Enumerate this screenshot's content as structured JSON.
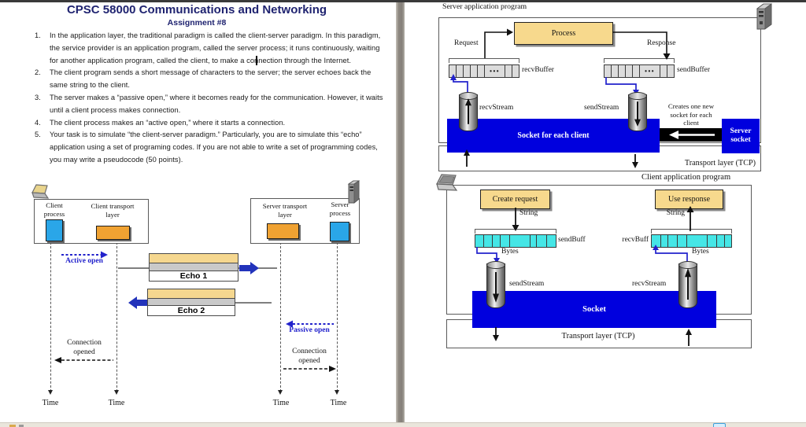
{
  "colors": {
    "title_navy": "#1F2370",
    "socket_blue": "#0000DE",
    "process_tan": "#F7D98D",
    "buffer_cyan": "#45E6E6",
    "buffer_gray": "#DCDCDC",
    "transport_orange": "#F0A232",
    "process_azure": "#2AA6E8",
    "arrow_blue": "#2222CC"
  },
  "page_left": {
    "title": "CPSC 58000 Communications and Networking",
    "subtitle": "Assignment #8",
    "items": [
      {
        "n": "1.",
        "text": "In the application layer, the traditional paradigm is called the client-server paradigm. In this paradigm, the service provider is an application program, called the server process; it runs continuously, waiting for another application program, called the client, to make a connection through the Internet."
      },
      {
        "n": "2.",
        "text": "The client program sends a short message of characters to the server; the server echoes back the same string to the client."
      },
      {
        "n": "3.",
        "text": "The server makes a “passive open,” where it becomes ready for the communication. However, it waits until a client process makes connection."
      },
      {
        "n": "4.",
        "text": "The client process makes an “active open,” where it starts a connection."
      },
      {
        "n": "5.",
        "text": "Your task is to simulate “the client-server paradigm.” Particularly, you are to simulate this “echo” application using a set of programing codes. If you are not able to write a set of programming codes, you may write a pseudocode (50 points)."
      }
    ],
    "diagram": {
      "client_process": "Client process",
      "client_transport": "Client transport layer",
      "server_transport": "Server transport layer",
      "server_process": "Server process",
      "active_open": "Active open",
      "passive_open": "Passive open",
      "echo1": "Echo 1",
      "echo2": "Echo 2",
      "connection_opened_left": "Connection opened",
      "connection_opened_right": "Connection opened",
      "time_labels": [
        "Time",
        "Time",
        "Time",
        "Time"
      ]
    }
  },
  "page_right": {
    "server_diagram": {
      "title": "Server application program",
      "process": "Process",
      "request": "Request",
      "response": "Response",
      "recv_buffer": "recvBuffer",
      "send_buffer": "sendBuffer",
      "buffer_dots": "•••",
      "recv_stream": "recvStream",
      "send_stream": "sendStream",
      "socket_bar": "Socket for each client",
      "creates_note": "Creates one new socket for each client",
      "server_socket": "Server socket",
      "transport": "Transport layer (TCP)"
    },
    "client_diagram": {
      "title": "Client application program",
      "create_request": "Create request",
      "use_response": "Use response",
      "string_left": "String",
      "string_right": "String",
      "send_buff": "sendBuff",
      "recv_buff": "recvBuff",
      "bytes_left": "Bytes",
      "bytes_right": "Bytes",
      "send_stream": "sendStream",
      "recv_stream": "recvStream",
      "socket_bar": "Socket",
      "transport": "Transport layer (TCP)"
    }
  }
}
